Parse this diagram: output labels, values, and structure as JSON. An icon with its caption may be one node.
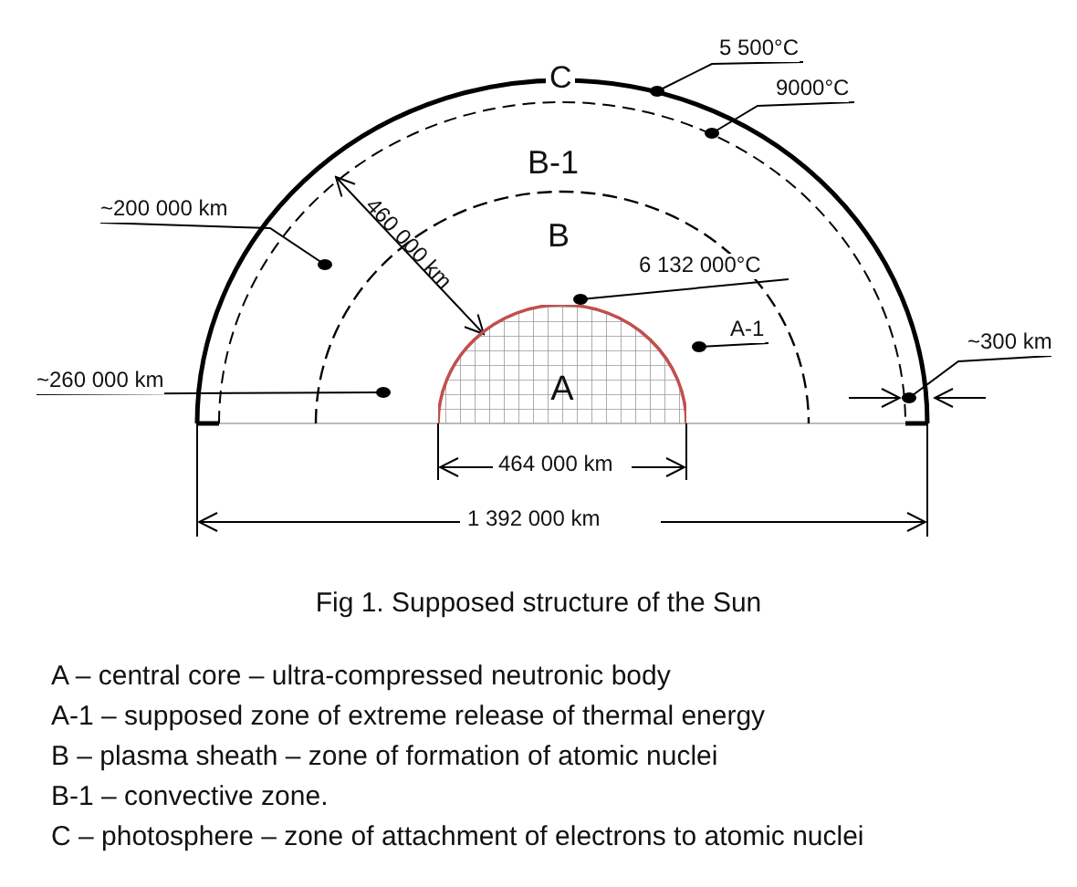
{
  "diagram": {
    "caption": "Fig 1. Supposed structure of the Sun",
    "nodes": [
      {
        "text": [
          "A"
        ]
      },
      {
        "text": [
          "6 132 000°C"
        ]
      },
      {
        "text": [
          "A-1"
        ]
      },
      {
        "text": [
          "~200 000 km"
        ]
      },
      {
        "text": [
          "~260 000 km"
        ]
      },
      {
        "text": [
          "5 500°C"
        ]
      },
      {
        "text": [
          "9000°C"
        ]
      },
      {
        "text": [
          "~300 km"
        ]
      }
    ],
    "edges": [
      {
        "from": 1,
        "to": 0,
        "arrow": "other"
      },
      {
        "from": 2,
        "to": null,
        "arrow": "other"
      },
      {
        "from": 3,
        "to": null,
        "arrow": "other"
      },
      {
        "from": 4,
        "to": null,
        "arrow": "other"
      },
      {
        "from": 5,
        "to": null,
        "arrow": "other"
      },
      {
        "from": 6,
        "to": null,
        "arrow": "other"
      },
      {
        "from": 7,
        "to": null,
        "arrow": "other"
      }
    ],
    "labels": [
      "C",
      "B-1",
      "460 000 km",
      "B",
      "464 000 km",
      "1 392 000 km",
      "A – central core – ultra-compressed neutronic body",
      "A-1 – supposed zone of extreme release of thermal energy",
      "B – plasma sheath – zone of formation of atomic nuclei",
      "B-1 – convective zone.",
      "C – photosphere – zone of attachment of electrons to atomic nuclei"
    ]
  }
}
